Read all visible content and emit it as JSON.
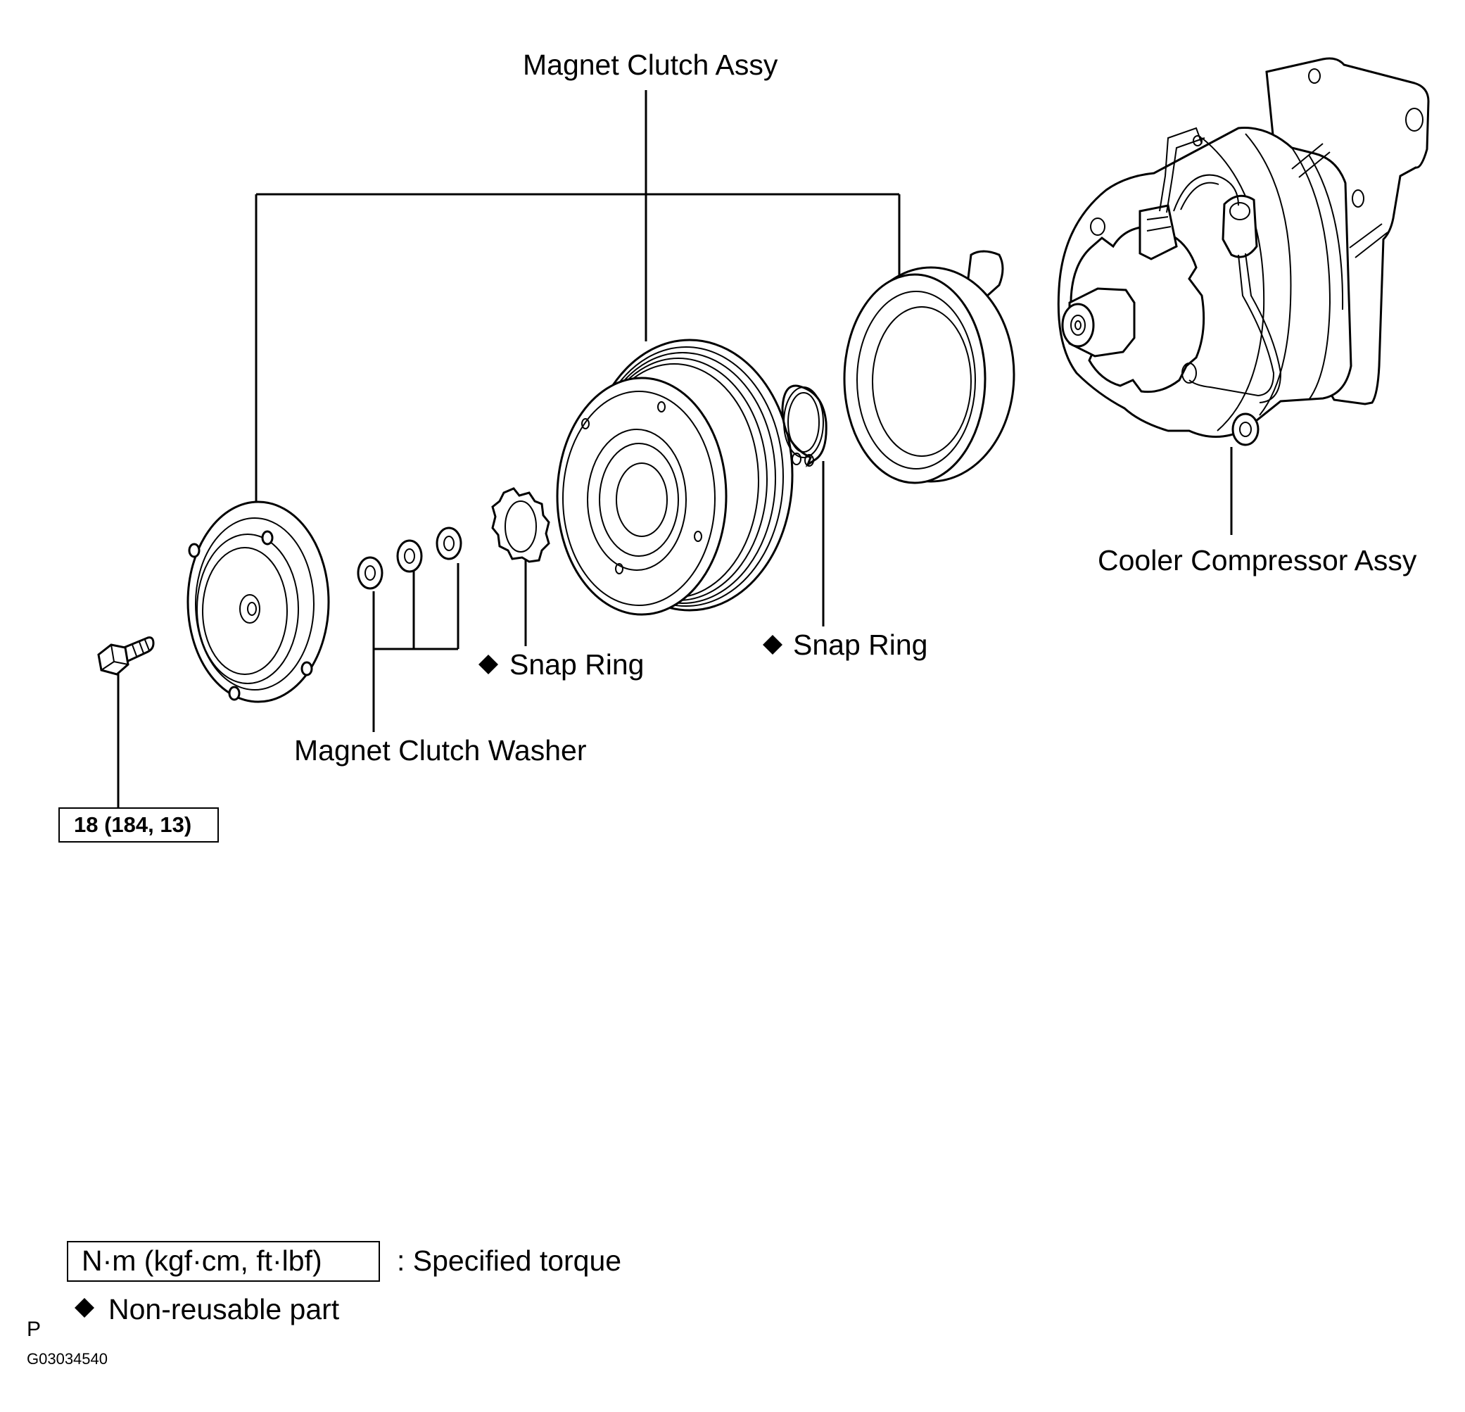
{
  "labels": {
    "magnet_clutch_assy": "Magnet Clutch Assy",
    "cooler_compressor_assy": "Cooler Compressor Assy",
    "snap_ring_1": "Snap Ring",
    "snap_ring_2": "Snap Ring",
    "magnet_clutch_washer": "Magnet Clutch Washer",
    "torque_value": "18 (184, 13)"
  },
  "legend": {
    "torque_unit": "N·m (kgf·cm, ft·lbf)",
    "torque_desc": ": Specified torque",
    "nonreusable_desc": "Non-reusable part"
  },
  "footer": {
    "p_mark": "P",
    "figure_id": "G03034540"
  },
  "symbols": {
    "non_reusable": "diamond-icon"
  }
}
